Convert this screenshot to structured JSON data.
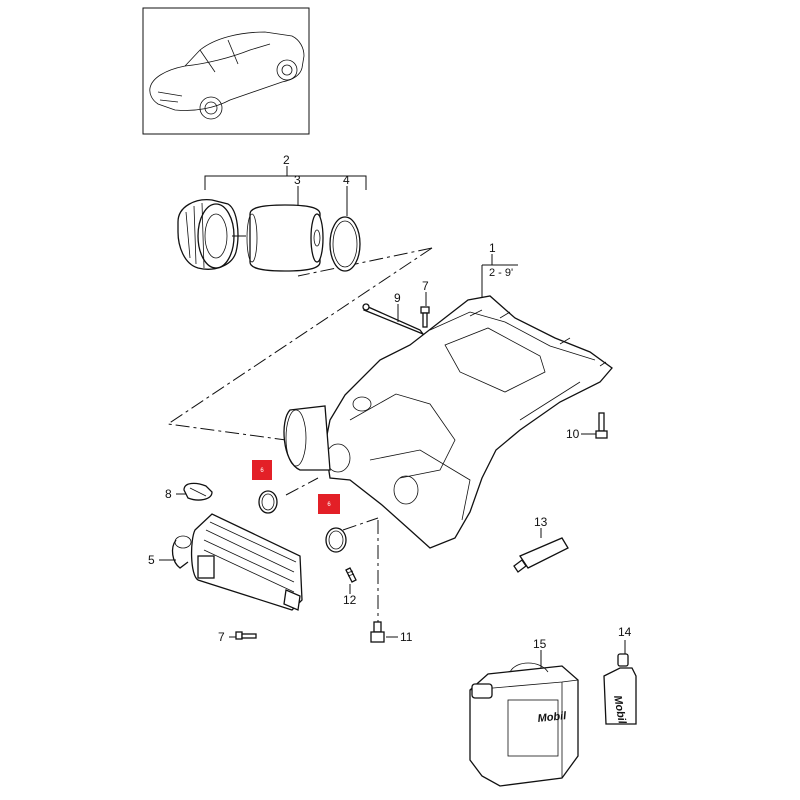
{
  "callouts": {
    "c1": "1",
    "c1_range": "2 - 9'",
    "c2": "2",
    "c3": "3",
    "c4": "4",
    "c5": "5",
    "c7a": "7",
    "c7b": "7",
    "c8": "8",
    "c9": "9",
    "c10": "10",
    "c11": "11",
    "c12": "12",
    "c13": "13",
    "c14": "14",
    "c15": "15"
  },
  "badges": {
    "b1": "6",
    "b2": "6"
  },
  "colors": {
    "badge": "#e32027",
    "line": "#111111"
  },
  "brand": {
    "canister": "Mobil",
    "bottle": "Mobil"
  }
}
